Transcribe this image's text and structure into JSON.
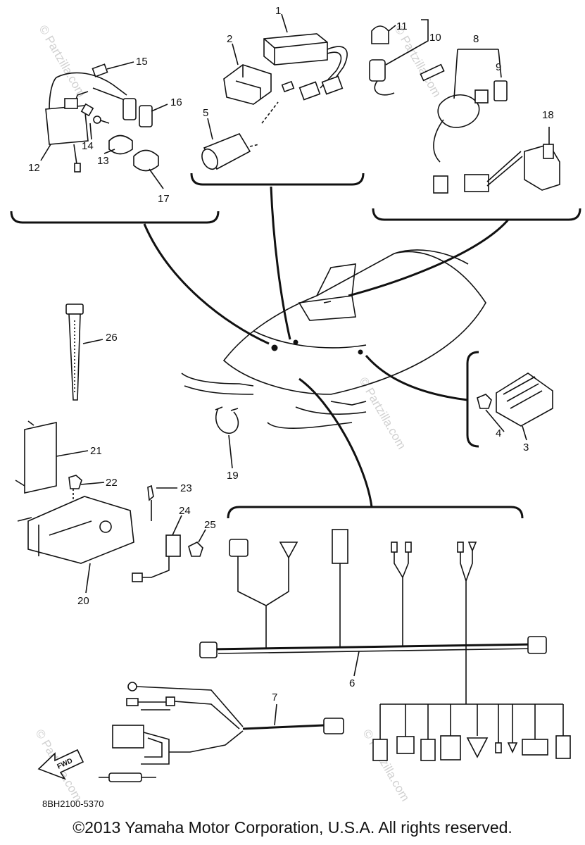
{
  "watermark": "© Partzilla.com",
  "callouts": {
    "1": "1",
    "2": "2",
    "3": "3",
    "4": "4",
    "5": "5",
    "6": "6",
    "7": "7",
    "8": "8",
    "9": "9",
    "10": "10",
    "11": "11",
    "12": "12",
    "13": "13",
    "14": "14",
    "15": "15",
    "16": "16",
    "17": "17",
    "18": "18",
    "19": "19",
    "20": "20",
    "21": "21",
    "22": "22",
    "23": "23",
    "24": "24",
    "25": "25",
    "26": "26"
  },
  "fwd_label": "FWD",
  "diagram_code": "8BH2100-5370",
  "copyright": "©2013  Yamaha Motor Corporation, U.S.A. All rights reserved."
}
